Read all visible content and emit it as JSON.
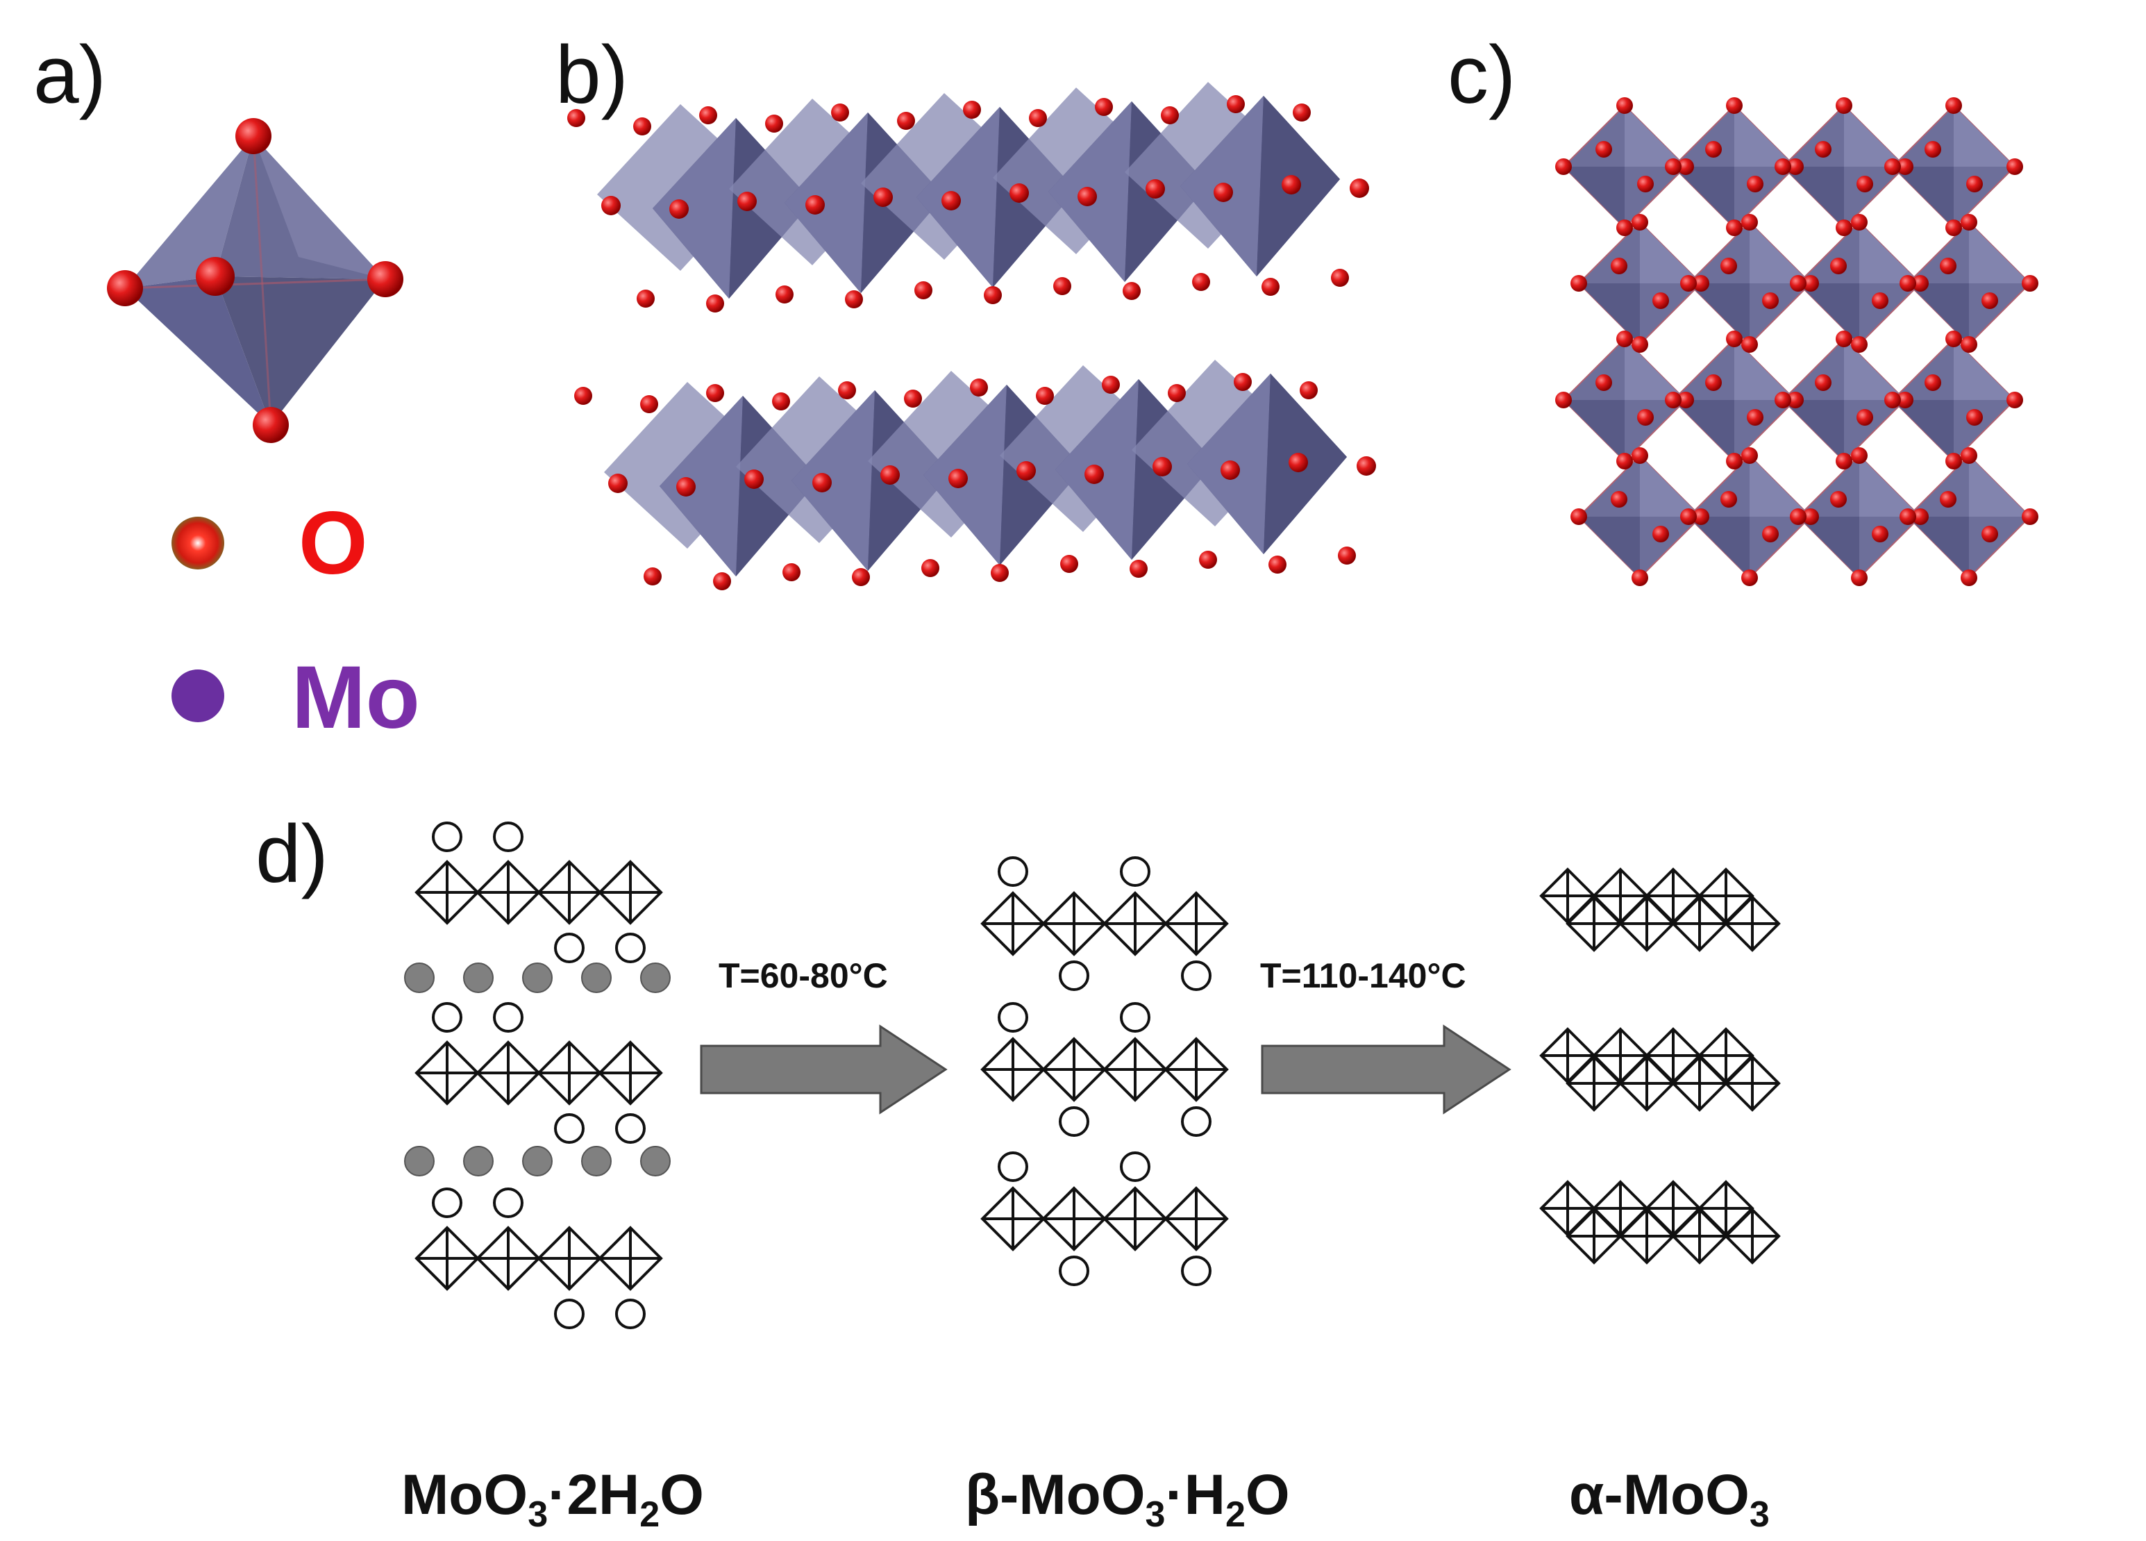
{
  "panels": {
    "a": "a)",
    "b": "b)",
    "c": "c)",
    "d": "d)"
  },
  "legend": {
    "oxygen_label": "O",
    "molybdenum_label": "Mo"
  },
  "transitions": [
    {
      "label": "T=60-80°C"
    },
    {
      "label": "T=110-140°C"
    }
  ],
  "phases": [
    {
      "main": "MoO",
      "sub1": "3",
      "mid": "·2H",
      "sub2": "2",
      "tail": "O"
    },
    {
      "main": "β-MoO",
      "sub1": "3",
      "mid": "·H",
      "sub2": "2",
      "tail": "O"
    },
    {
      "main": "α-MoO",
      "sub1": "3",
      "mid": "",
      "sub2": "",
      "tail": ""
    }
  ],
  "colors": {
    "oxygen": "#e21b1b",
    "oxygen_dark": "#8a0000",
    "octahedron_fill": "#6d6f9a",
    "octahedron_light": "#8f91b8",
    "octahedron_dark": "#4e5078",
    "legend_o_text": "#ee1111",
    "legend_mo_text": "#7a2fa8",
    "legend_mo_dot": "#6a2fa0",
    "water_dot": "#808080",
    "arrow_fill": "#7a7a7a"
  }
}
